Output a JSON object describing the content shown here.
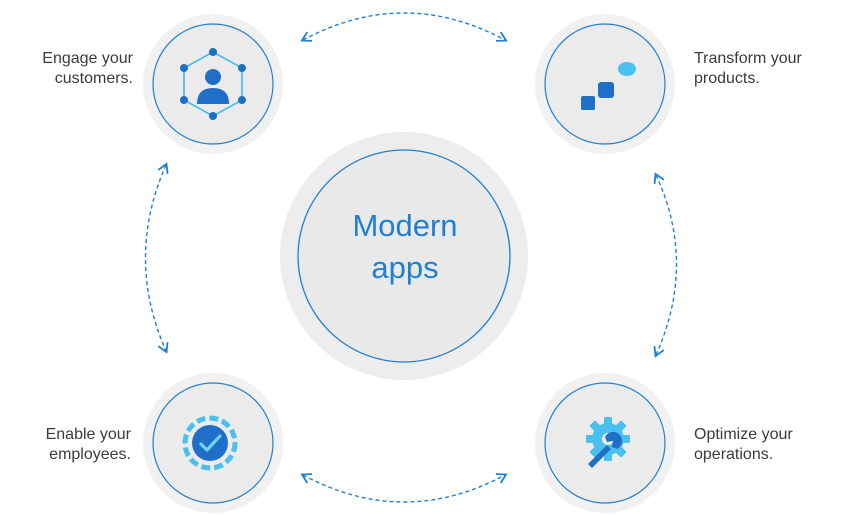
{
  "diagram": {
    "center": {
      "line1": "Modern",
      "line2": "apps"
    },
    "nodes": [
      {
        "id": "engage",
        "line1": "Engage your",
        "line2": "customers.",
        "icon": "customer-network-icon"
      },
      {
        "id": "transform",
        "line1": "Transform your",
        "line2": "products.",
        "icon": "product-blocks-icon"
      },
      {
        "id": "enable",
        "line1": "Enable your",
        "line2": "employees.",
        "icon": "employee-check-icon"
      },
      {
        "id": "optimize",
        "line1": "Optimize your",
        "line2": "operations.",
        "icon": "gear-wrench-icon"
      }
    ],
    "colors": {
      "accent": "#1f7fd1",
      "accent_light": "#4aa8e8",
      "circle_fill": "#ebebeb",
      "circle_halo": "#f4f4f4",
      "text": "#3b3b3b"
    }
  }
}
